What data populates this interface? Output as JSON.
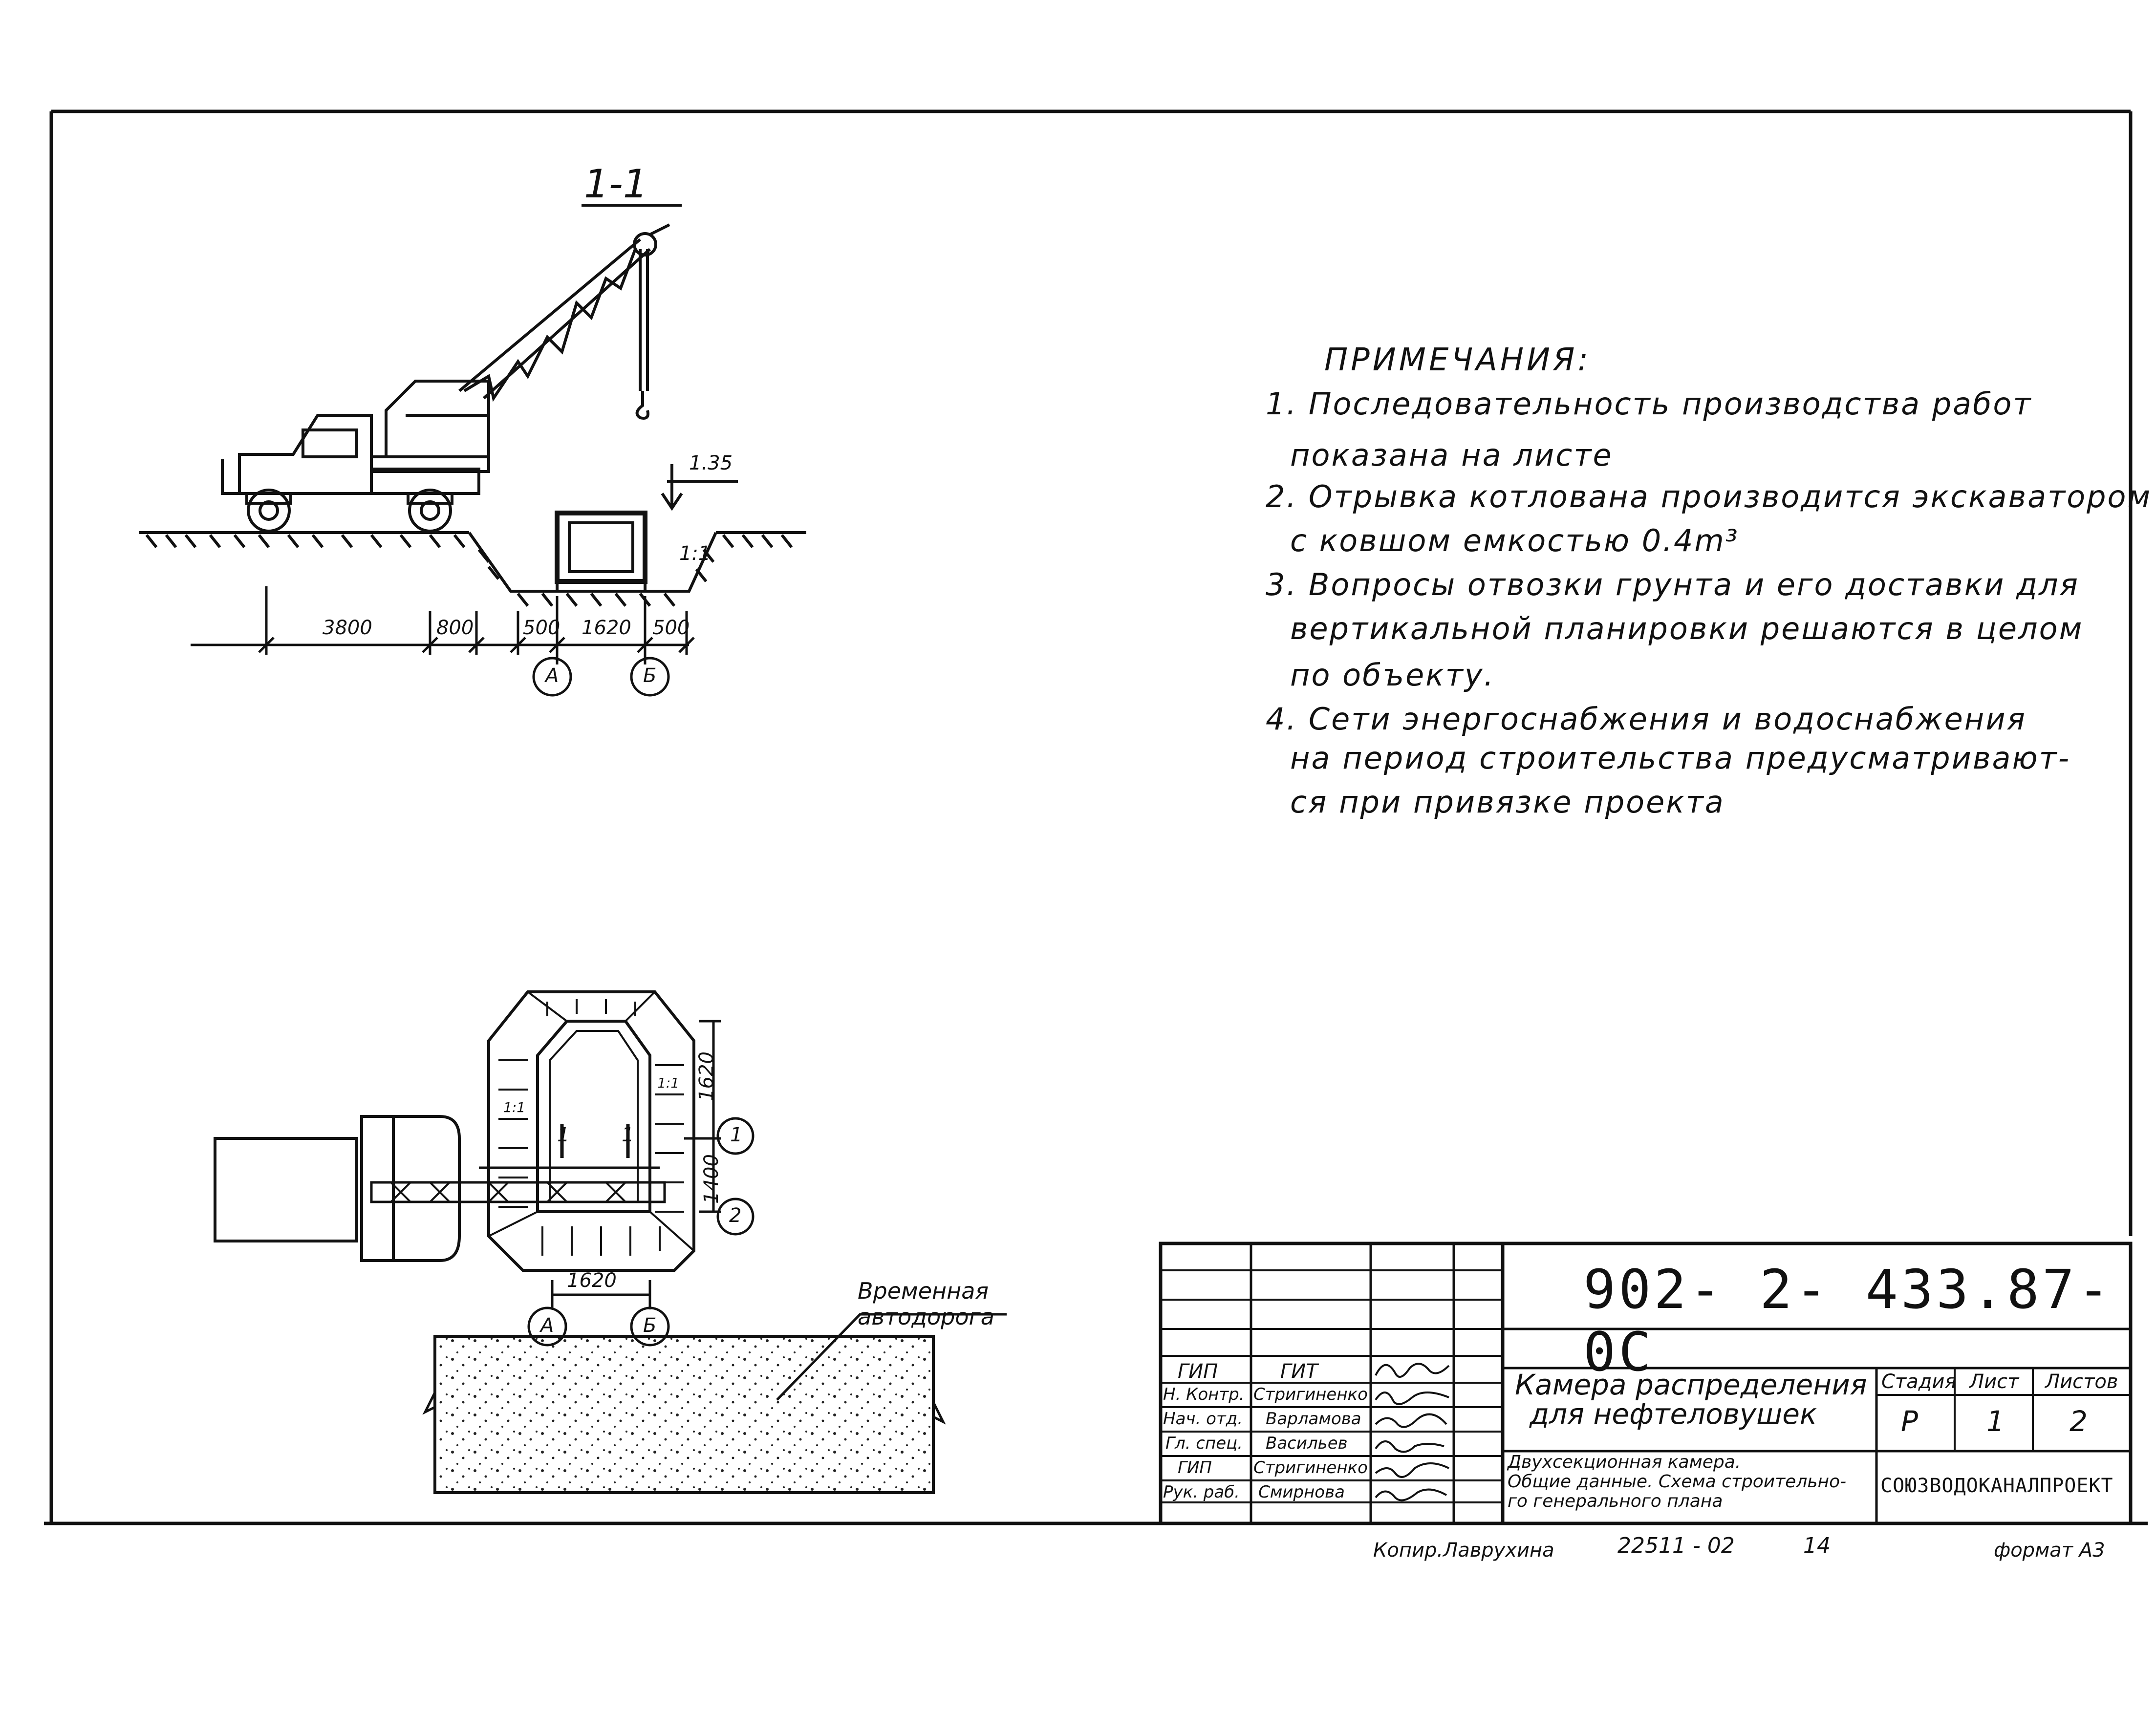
{
  "section_label": "1-1",
  "notes": {
    "title": "ПРИМЕЧАНИЯ:",
    "lines": [
      "1. Последовательность   производства   работ",
      "показана   на листе",
      "2. Отрывка  котлована   производится экскаватором",
      "с ковшом   емкостью  0.4m³",
      "3. Вопросы отвозки  грунта и его  доставки  для",
      "вертикальной  планировки  решаются  в  целом",
      "по объекту.",
      "4. Сети  энергоснабжения  и  водоснабжения",
      "на  период  строительства   предусматривают-",
      "ся   при привязке   проекта"
    ]
  },
  "section_dims": {
    "level": "1.35",
    "slope_right": "1:1",
    "d1": "3800",
    "d2": "800",
    "d3": "500",
    "d4": "1620",
    "d5": "500",
    "axis_a": "А",
    "axis_b": "Б"
  },
  "plan_dims": {
    "width": "1620",
    "length": "1620",
    "spacing": "1400",
    "axis_1": "1",
    "axis_2": "2",
    "axis_a": "А",
    "axis_b": "Б",
    "slope_left": "1:1",
    "slope_right": "1:1",
    "cut_mark": "1",
    "road_label_1": "Временная",
    "road_label_2": "автодорога"
  },
  "title_block": {
    "doc_code": "902- 2- 433.87-0С",
    "project_title_1": "Камера распределения",
    "project_title_2": "для  нефтеловушек",
    "sheet_title_1": "Двухсекционная  камера.",
    "sheet_title_2": "Общие данные. Схема строительно-",
    "sheet_title_3": "го генерального плана",
    "stage_header": "Стадия",
    "sheet_header": "Лист",
    "sheets_header": "Листов",
    "stage": "Р",
    "sheet": "1",
    "sheets": "2",
    "organization": "СОЮЗВОДОКАНАЛПРОЕКТ",
    "roles": [
      {
        "role": "ГИП",
        "name": "ГИТ"
      },
      {
        "role": "Н. Контр.",
        "name": "Стригиненко"
      },
      {
        "role": "Нач. отд.",
        "name": "Варламова"
      },
      {
        "role": "Гл. спец.",
        "name": "Васильев"
      },
      {
        "role": "ГИП",
        "name": "Стригиненко"
      },
      {
        "role": "Рук. раб.",
        "name": "Смирнова"
      }
    ]
  },
  "footer": {
    "copied_by": "Копир.Лаврухина",
    "order_no": "22511 - 02",
    "page_no": "14",
    "format": "формат А3"
  }
}
